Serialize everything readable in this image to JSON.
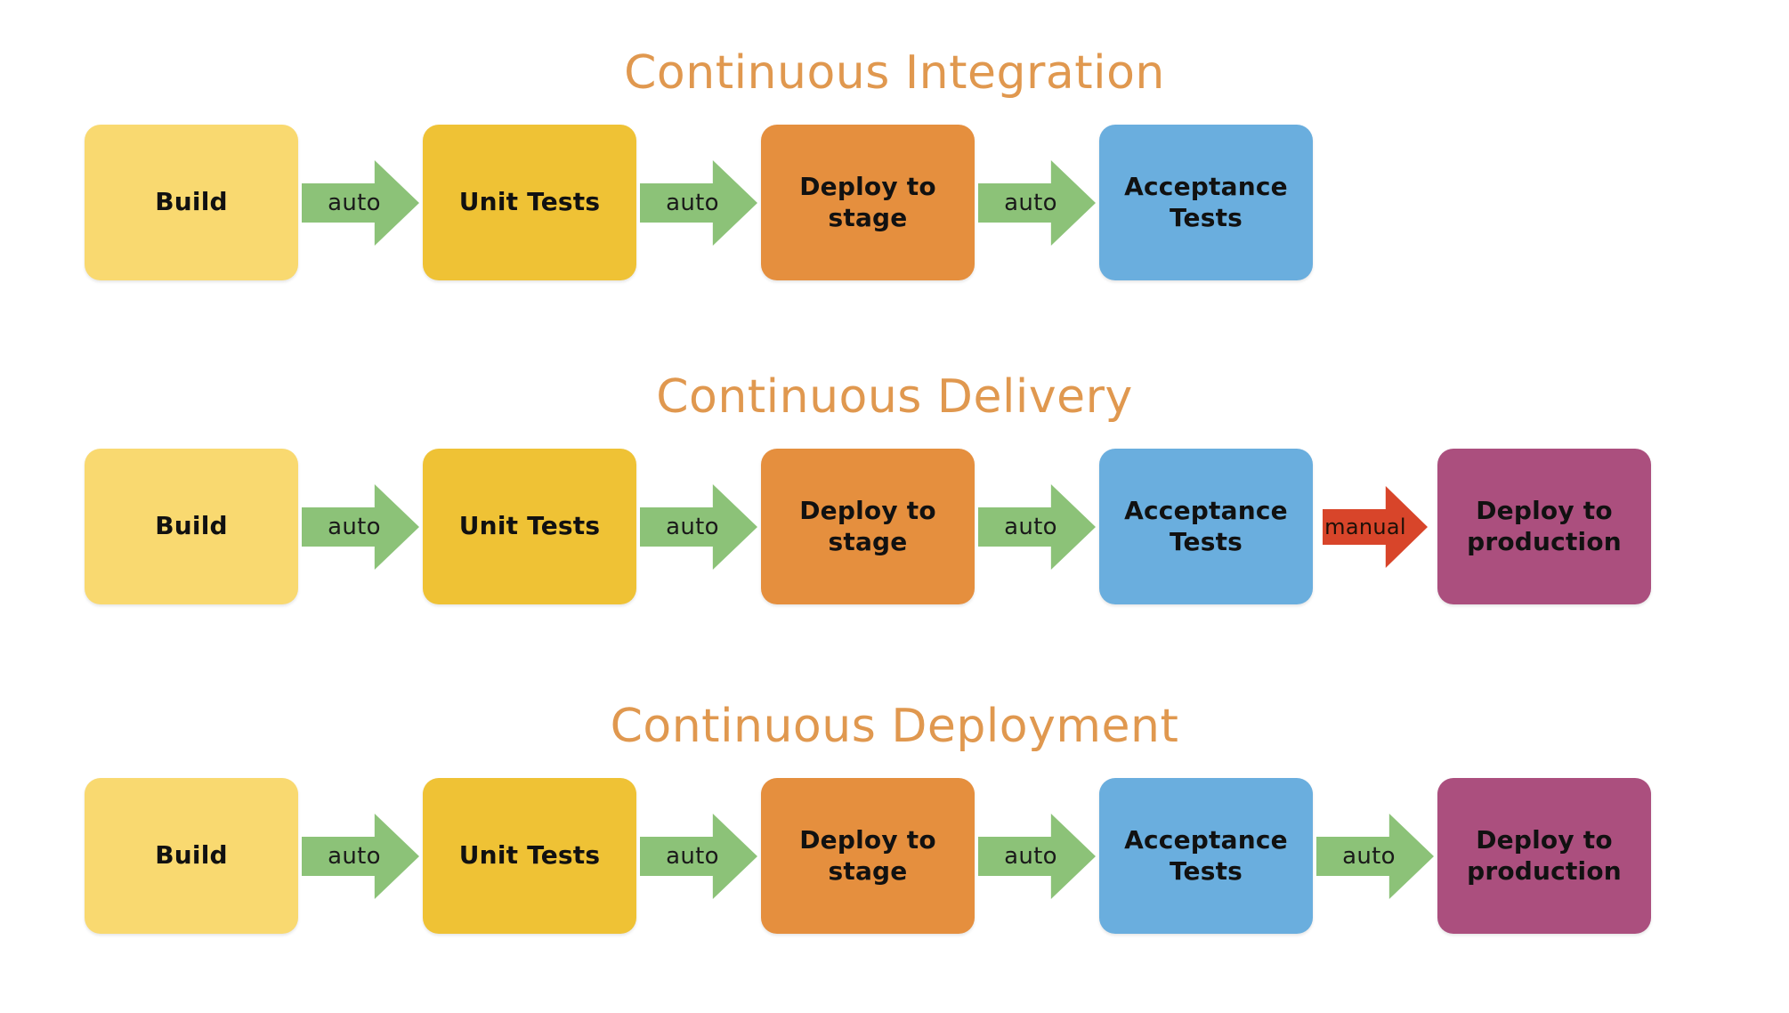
{
  "colors": {
    "title": "#e0984f",
    "build": "#f9d970",
    "unit_tests": "#efc235",
    "deploy_to_stage": "#e58f3e",
    "acceptance_tests": "#6aaede",
    "deploy_to_production": "#ab4f7e",
    "arrow_auto": "#8cc278",
    "arrow_manual": "#d8452a",
    "background": "#ffffff",
    "label_text": "#111111"
  },
  "sections": [
    {
      "title": "Continuous Integration",
      "stages": [
        {
          "label": "Build",
          "color_key": "build"
        },
        {
          "label": "Unit Tests",
          "color_key": "unit_tests"
        },
        {
          "label": "Deploy to stage",
          "color_key": "deploy_to_stage"
        },
        {
          "label": "Acceptance Tests",
          "color_key": "acceptance_tests"
        }
      ],
      "arrows": [
        {
          "label": "auto",
          "kind": "auto"
        },
        {
          "label": "auto",
          "kind": "auto"
        },
        {
          "label": "auto",
          "kind": "auto"
        }
      ]
    },
    {
      "title": "Continuous Delivery",
      "stages": [
        {
          "label": "Build",
          "color_key": "build"
        },
        {
          "label": "Unit Tests",
          "color_key": "unit_tests"
        },
        {
          "label": "Deploy to stage",
          "color_key": "deploy_to_stage"
        },
        {
          "label": "Acceptance Tests",
          "color_key": "acceptance_tests"
        },
        {
          "label": "Deploy to production",
          "color_key": "deploy_to_production"
        }
      ],
      "arrows": [
        {
          "label": "auto",
          "kind": "auto"
        },
        {
          "label": "auto",
          "kind": "auto"
        },
        {
          "label": "auto",
          "kind": "auto"
        },
        {
          "label": "manual",
          "kind": "manual"
        }
      ]
    },
    {
      "title": "Continuous Deployment",
      "stages": [
        {
          "label": "Build",
          "color_key": "build"
        },
        {
          "label": "Unit Tests",
          "color_key": "unit_tests"
        },
        {
          "label": "Deploy to stage",
          "color_key": "deploy_to_stage"
        },
        {
          "label": "Acceptance Tests",
          "color_key": "acceptance_tests"
        },
        {
          "label": "Deploy to production",
          "color_key": "deploy_to_production"
        }
      ],
      "arrows": [
        {
          "label": "auto",
          "kind": "auto"
        },
        {
          "label": "auto",
          "kind": "auto"
        },
        {
          "label": "auto",
          "kind": "auto"
        },
        {
          "label": "auto",
          "kind": "auto"
        }
      ]
    }
  ]
}
